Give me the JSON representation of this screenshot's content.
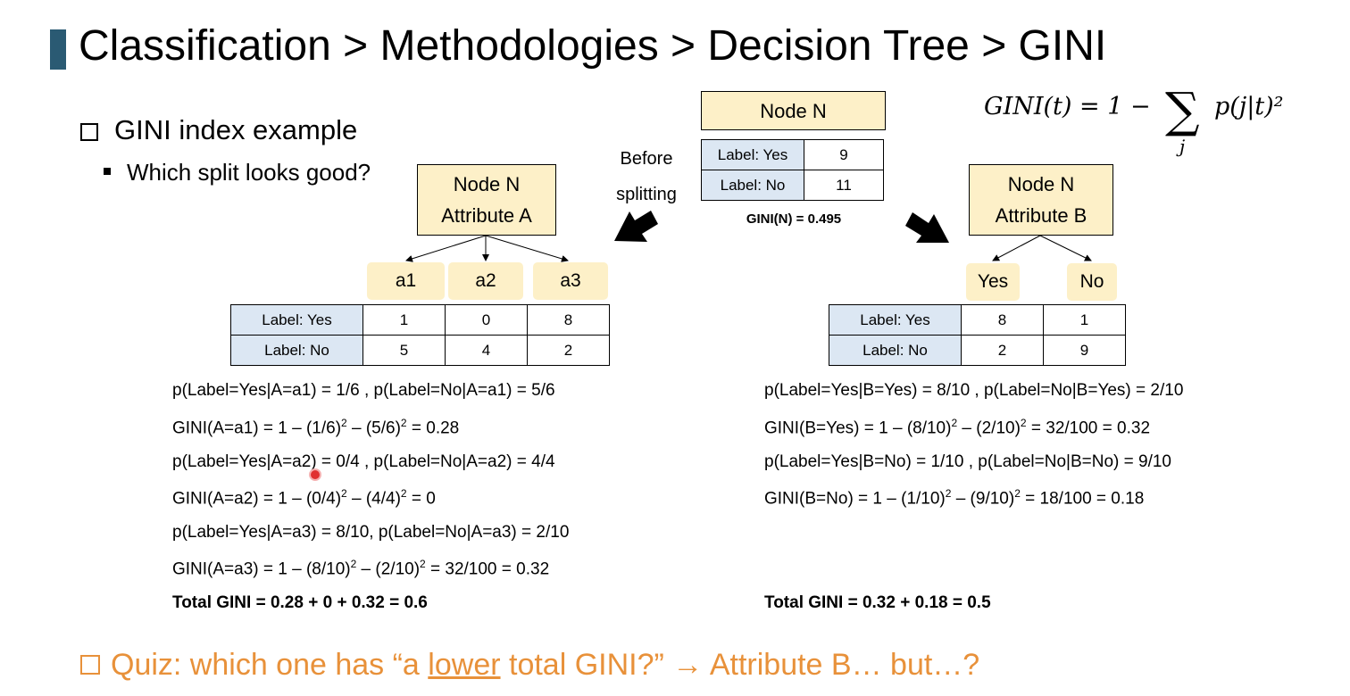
{
  "slide": {
    "title": "Classification > Methodologies > Decision Tree > GINI",
    "formula": {
      "lhs": "GINI(t) = 1 −",
      "sigma": "∑",
      "subscript": "j",
      "rhs": "p(j|t)²"
    },
    "subheading": "GINI index example",
    "bullet": "Which split looks good?",
    "colors": {
      "title_accent": "#2a5a73",
      "node_fill": "#fdf0c8",
      "label_fill": "#dce7f3",
      "quiz": "#e8913a"
    }
  },
  "root": {
    "title": "Node N",
    "table": [
      {
        "label": "Label: Yes",
        "value": "9"
      },
      {
        "label": "Label: No",
        "value": "11"
      }
    ],
    "gini": "GINI(N) = 0.495",
    "before_line1": "Before",
    "before_line2": "splitting"
  },
  "split_a": {
    "node_line1": "Node N",
    "node_line2": "Attribute A",
    "branches": [
      "a1",
      "a2",
      "a3"
    ],
    "rows": [
      {
        "label": "Label: Yes",
        "values": [
          "1",
          "0",
          "8"
        ]
      },
      {
        "label": "Label: No",
        "values": [
          "5",
          "4",
          "2"
        ]
      }
    ],
    "eq": {
      "p1": "p(Label=Yes|A=a1) = 1/6   , p(Label=No|A=a1) = 5/6",
      "g1a": "GINI(A=a1) = 1 – (1/6)",
      "g1b": " – (5/6)",
      "g1c": " = 0.28",
      "p2": "p(Label=Yes|A=a2) = 0/4   , p(Label=No|A=a2) = 4/4",
      "g2a": "GINI(A=a2) = 1 – (0/4)",
      "g2b": " – (4/4)",
      "g2c": " = 0",
      "p3": "p(Label=Yes|A=a3) = 8/10, p(Label=No|A=a3) = 2/10",
      "g3a": "GINI(A=a3) = 1 – (8/10)",
      "g3b": " – (2/10)",
      "g3c": " = 32/100 = 0.32",
      "sq": "2"
    },
    "total": "Total GINI = 0.28 + 0 + 0.32 = 0.6"
  },
  "split_b": {
    "node_line1": "Node N",
    "node_line2": "Attribute B",
    "branches": [
      "Yes",
      "No"
    ],
    "rows": [
      {
        "label": "Label: Yes",
        "values": [
          "8",
          "1"
        ]
      },
      {
        "label": "Label: No",
        "values": [
          "2",
          "9"
        ]
      }
    ],
    "eq": {
      "p1": "p(Label=Yes|B=Yes) = 8/10   , p(Label=No|B=Yes) = 2/10",
      "g1a": "GINI(B=Yes) = 1 – (8/10)",
      "g1b": " – (2/10)",
      "g1c": " = 32/100 = 0.32",
      "p2": "p(Label=Yes|B=No) = 1/10    , p(Label=No|B=No) = 9/10",
      "g2a": "GINI(B=No) = 1 – (1/10)",
      "g2b": " – (9/10)",
      "g2c": " = 18/100 = 0.18",
      "sq": "2"
    },
    "total": "Total GINI = 0.32 + 0.18 = 0.5"
  },
  "quiz": {
    "pre": "Quiz: which one has “a ",
    "underlined": "lower",
    "post": " total GINI?” → Attribute B… but…?"
  }
}
